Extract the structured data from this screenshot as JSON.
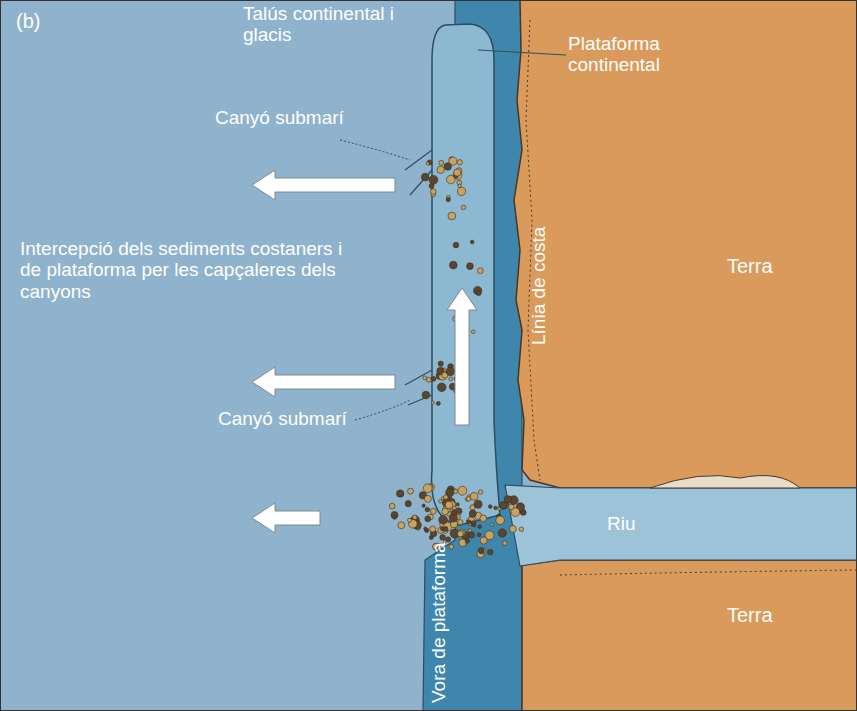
{
  "diagram": {
    "labels": [
      "(b)",
      "Talús continental i glacis",
      "Plataforma continental",
      "Canyó submarí",
      "Intercepció dels sediments costaners i de plataforma per les capçaleres dels canyons",
      "Canyó submarí",
      "Línia de costa",
      "Terra",
      "Riu",
      "Terra",
      "Vora de plataforma"
    ]
  }
}
